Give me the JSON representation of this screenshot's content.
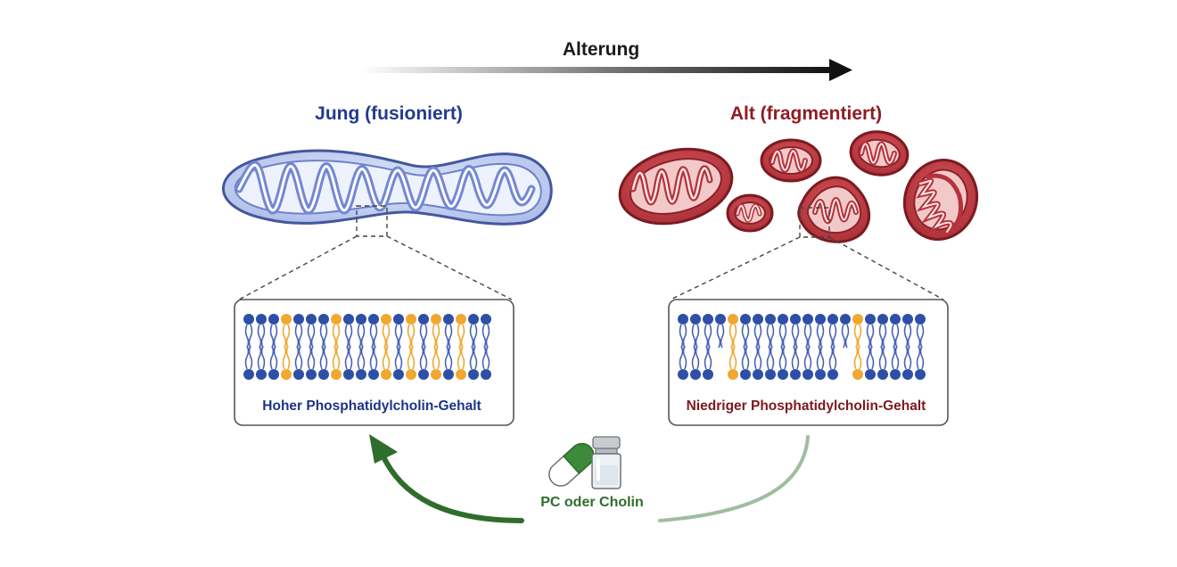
{
  "aging_arrow": {
    "label": "Alterung"
  },
  "young": {
    "title": "Jung (fusioniert)",
    "membrane_caption": "Hoher Phosphatidylcholin-Gehalt",
    "color": "#233a8c"
  },
  "old": {
    "title": "Alt (fragmentiert)",
    "membrane_caption": "Niedriger Phosphatidylcholin-Gehalt",
    "color": "#8e1d25"
  },
  "treatment": {
    "label": "PC oder Cholin",
    "icons": [
      "capsule-icon",
      "vial-icon"
    ],
    "color": "#2f6d2c"
  },
  "colors": {
    "lipid_head": "#2e4fa6",
    "pc_head": "#f0a830",
    "young_mito": "#5a72c8",
    "old_mito": "#b8343c",
    "arrow_dark": "#111111",
    "arrow_green": "#2f6d2c"
  }
}
